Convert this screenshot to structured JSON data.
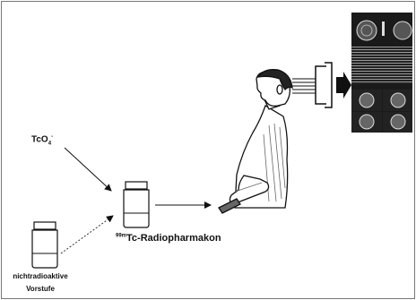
{
  "figure": {
    "pertechnetate": {
      "formula": "TcO",
      "subscript": "4",
      "superscript": "-"
    },
    "radiopharmaceutical": {
      "isotope": "99m",
      "name": "Tc-Radiopharmakon"
    },
    "precursor": {
      "line1": "nichtradioaktive",
      "line2": "Vorstufe"
    }
  }
}
